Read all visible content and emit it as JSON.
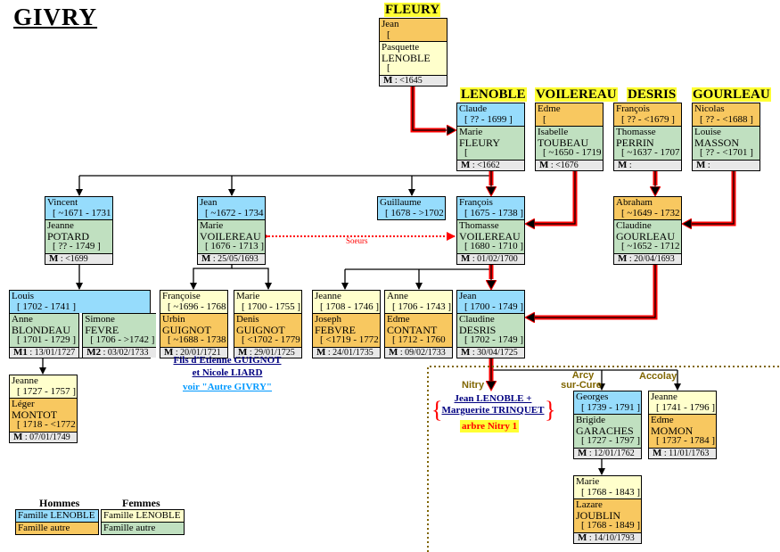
{
  "title": "GIVRY",
  "families": {
    "fleury": "FLEURY",
    "lenoble": "LENOBLE",
    "voilereau": "VOILEREAU",
    "desris": "DESRIS",
    "gourleau": "GOURLEAU"
  },
  "colors": {
    "lenoble_male": "#96dcfc",
    "other_male": "#f8c860",
    "lenoble_female": "#ffffcc",
    "other_female": "#c0e0c0",
    "marriage": "#e8e8e8",
    "lineage": "#ff0000",
    "highlight": "#ffff33"
  },
  "boxes": [
    {
      "id": "fleury",
      "top": {
        "color": "orange",
        "first": "Jean",
        "dates": "["
      },
      "bottom": {
        "color": "yellow",
        "first": "Pasquette",
        "last": "LENOBLE",
        "dates": "["
      },
      "m": {
        "label": "M",
        "date": ": <1645"
      }
    },
    {
      "id": "lenoble",
      "top": {
        "color": "blue",
        "first": "Claude",
        "dates": "[ ?? - 1699 ]"
      },
      "bottom": {
        "color": "green",
        "first": "Marie",
        "last": "FLEURY",
        "dates": "["
      },
      "m": {
        "label": "M",
        "date": ": <1662"
      }
    },
    {
      "id": "voilereau",
      "top": {
        "color": "orange",
        "first": "Edme",
        "dates": "["
      },
      "bottom": {
        "color": "green",
        "first": "Isabelle",
        "last": "TOUBEAU",
        "dates": "[ ~1650 - 1719 ]"
      },
      "m": {
        "label": "M",
        "date": ": <1676"
      }
    },
    {
      "id": "desris",
      "top": {
        "color": "orange",
        "first": "François",
        "dates": "[ ?? - <1679 ]"
      },
      "bottom": {
        "color": "green",
        "first": "Thomasse",
        "last": "PERRIN",
        "dates": "[ ~1637 - 1707 ]"
      },
      "m": {
        "label": "M",
        "date": ":"
      }
    },
    {
      "id": "gourleau",
      "top": {
        "color": "orange",
        "first": "Nicolas",
        "dates": "[ ?? - <1688 ]"
      },
      "bottom": {
        "color": "green",
        "first": "Louise",
        "last": "MASSON",
        "dates": "[ ?? - <1701 ]"
      },
      "m": {
        "label": "M",
        "date": ":"
      }
    },
    {
      "id": "vincent",
      "top": {
        "color": "blue",
        "first": "Vincent",
        "dates": "[ ~1671 - 1731 ]"
      },
      "bottom": {
        "color": "green",
        "first": "Jeanne",
        "last": "POTARD",
        "dates": "[ ?? - 1749 ]"
      },
      "m": {
        "label": "M",
        "date": ": <1699"
      }
    },
    {
      "id": "jean1672",
      "top": {
        "color": "blue",
        "first": "Jean",
        "dates": "[ ~1672 - 1734 ]"
      },
      "bottom": {
        "color": "green",
        "first": "Marie",
        "last": "VOILEREAU",
        "dates": "[ 1676 - 1713 ]"
      },
      "m": {
        "label": "M",
        "date": ": 25/05/1693"
      }
    },
    {
      "id": "guillaume",
      "top": {
        "color": "blue",
        "first": "Guillaume",
        "dates": "[ 1678 - >1702 ]"
      }
    },
    {
      "id": "francois",
      "top": {
        "color": "blue",
        "first": "François",
        "dates": "[ 1675 - 1738 ]"
      },
      "bottom": {
        "color": "green",
        "first": "Thomasse",
        "last": "VOILEREAU",
        "dates": "[ 1680 - 1710 ]"
      },
      "m": {
        "label": "M",
        "date": ": 01/02/1700"
      }
    },
    {
      "id": "abraham",
      "top": {
        "color": "orange",
        "first": "Abraham",
        "dates": "[ ~1649 - 1732 ]"
      },
      "bottom": {
        "color": "green",
        "first": "Claudine",
        "last": "GOURLEAU",
        "dates": "[ ~1652 - 1712 ]"
      },
      "m": {
        "label": "M",
        "date": ": 20/04/1693"
      }
    },
    {
      "id": "louis",
      "top": {
        "color": "blue",
        "first": "Louis",
        "dates": "[ 1702 - 1741 ]"
      },
      "spouses": [
        {
          "color": "green",
          "first": "Anne",
          "last": "BLONDEAU",
          "dates": "[ 1701 - 1729 ]",
          "m": {
            "label": "M1",
            "date": ": 13/01/1727"
          }
        },
        {
          "color": "green",
          "first": "Simone",
          "last": "FEVRE",
          "dates": "[ 1706 - >1742 ]",
          "m": {
            "label": "M2",
            "date": ": 03/02/1733"
          }
        }
      ]
    },
    {
      "id": "francoise",
      "top": {
        "color": "yellow",
        "first": "Françoise",
        "dates": "[ ~1696 - 1768 ]"
      },
      "bottom": {
        "color": "orange",
        "first": "Urbin",
        "last": "GUIGNOT",
        "dates": "[ ~1688 - 1738 ]"
      },
      "m": {
        "label": "M",
        "date": ": 20/01/1721"
      }
    },
    {
      "id": "marie1700",
      "top": {
        "color": "yellow",
        "first": "Marie",
        "dates": "[ 1700 - 1755 ]"
      },
      "bottom": {
        "color": "orange",
        "first": "Denis",
        "last": "GUIGNOT",
        "dates": "[ <1702 - 1779 ]"
      },
      "m": {
        "label": "M",
        "date": ": 29/01/1725"
      }
    },
    {
      "id": "jeanne1708",
      "top": {
        "color": "yellow",
        "first": "Jeanne",
        "dates": "[ 1708 - 1746 ]"
      },
      "bottom": {
        "color": "orange",
        "first": "Joseph",
        "last": "FEBVRE",
        "dates": "[ <1719 - 1772 ]"
      },
      "m": {
        "label": "M",
        "date": ": 24/01/1735"
      }
    },
    {
      "id": "anne1706",
      "top": {
        "color": "yellow",
        "first": "Anne",
        "dates": "[ 1706 - 1743 ]"
      },
      "bottom": {
        "color": "orange",
        "first": "Edme",
        "last": "CONTANT",
        "dates": "[ 1712 - 1760"
      },
      "m": {
        "label": "M",
        "date": ": 09/02/1733"
      }
    },
    {
      "id": "jean1700",
      "top": {
        "color": "blue",
        "first": "Jean",
        "dates": "[ 1700 - 1749 ]"
      },
      "bottom": {
        "color": "green",
        "first": "Claudine",
        "last": "DESRIS",
        "dates": "[ 1702 - 1749 ]"
      },
      "m": {
        "label": "M",
        "date": ": 30/04/1725"
      }
    },
    {
      "id": "jeanne1727",
      "top": {
        "color": "yellow",
        "first": "Jeanne",
        "dates": "[ 1727 - 1757 ]"
      },
      "bottom": {
        "color": "orange",
        "first": "Léger",
        "last": "MONTOT",
        "dates": "[ 1718 - <1772 ]"
      },
      "m": {
        "label": "M",
        "date": ": 07/01/1749"
      }
    },
    {
      "id": "georges",
      "top": {
        "color": "blue",
        "first": "Georges",
        "dates": "[ 1739 - 1791 ]"
      },
      "bottom": {
        "color": "green",
        "first": "Brigide",
        "last": "GARACHES",
        "dates": "[ 1727 - 1797 ]"
      },
      "m": {
        "label": "M",
        "date": ": 12/01/1762"
      }
    },
    {
      "id": "jeanne1741",
      "top": {
        "color": "yellow",
        "first": "Jeanne",
        "dates": "[ 1741 - 1796 ]"
      },
      "bottom": {
        "color": "orange",
        "first": "Edme",
        "last": "MOMON",
        "dates": "[ 1737 - 1784 ]"
      },
      "m": {
        "label": "M",
        "date": ": 11/01/1763"
      }
    },
    {
      "id": "marie1768",
      "top": {
        "color": "yellow",
        "first": "Marie",
        "dates": "[ 1768 - 1843 ]"
      },
      "bottom": {
        "color": "orange",
        "first": "Lazare",
        "last": "JOUBLIN",
        "dates": "[ 1768 - 1849 ]"
      },
      "m": {
        "label": "M",
        "date": ": 14/10/1793"
      }
    }
  ],
  "annotations": {
    "soeurs": "Soeurs",
    "guignot_line1": "Fils d'Etienne GUIGNOT",
    "guignot_line2": "et Nicole LIARD",
    "autre_givry": "voir \"Autre GIVRY\"",
    "nitry": "Nitry",
    "nitry_link_line1": "Jean LENOBLE +",
    "nitry_link_line2": "Marguerite TRINQUET",
    "arbre_nitry": "arbre Nitry 1",
    "arcy_line1": "Arcy",
    "arcy_line2": "sur-Cure",
    "accolay": "Accolay"
  },
  "legend": {
    "hommes": "Hommes",
    "femmes": "Femmes",
    "hommes_items": [
      {
        "label": "Famille LENOBLE",
        "color": "blue"
      },
      {
        "label": "Famille autre",
        "color": "orange"
      }
    ],
    "femmes_items": [
      {
        "label": "Famille LENOBLE",
        "color": "yellow"
      },
      {
        "label": "Famille autre",
        "color": "green"
      }
    ]
  }
}
